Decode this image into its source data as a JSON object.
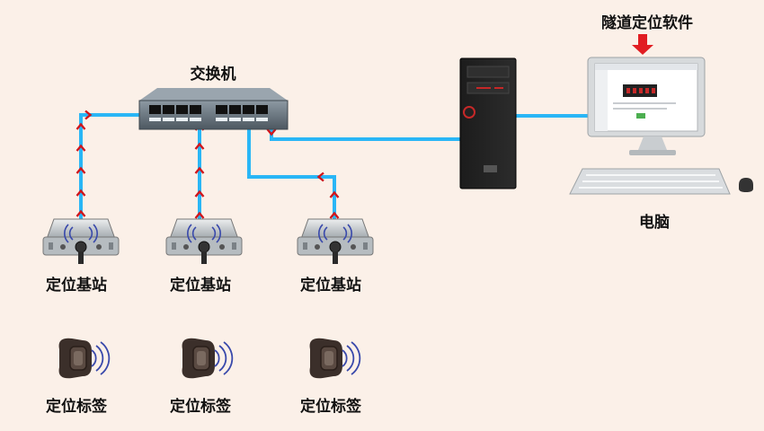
{
  "labels": {
    "software": "隧道定位软件",
    "switch": "交换机",
    "computer": "电脑",
    "stations": [
      "定位基站",
      "定位基站",
      "定位基站"
    ],
    "tags": [
      "定位标签",
      "定位标签",
      "定位标签"
    ]
  },
  "colors": {
    "background": "#fbf0e8",
    "cable": "#29b6f6",
    "arrow": "#d0161c",
    "signal": "#3949ab"
  },
  "icons": {
    "switch": "network-switch-icon",
    "tower": "pc-tower-icon",
    "monitor": "monitor-icon",
    "station": "base-station-icon",
    "tag": "wristband-tag-icon"
  }
}
